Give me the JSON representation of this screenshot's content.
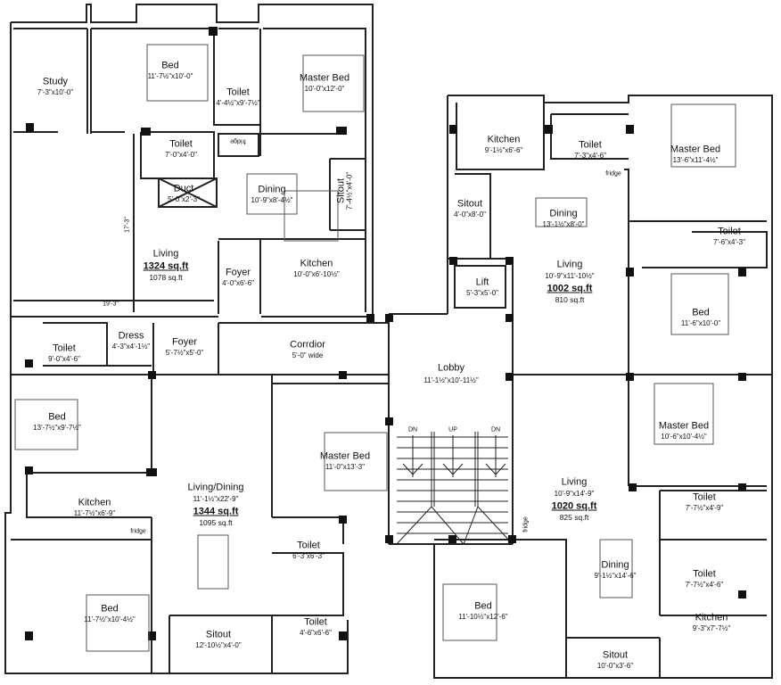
{
  "units": [
    {
      "rooms": [
        {
          "name": "Study",
          "dim": "7'-3\"x10'-0\""
        },
        {
          "name": "Bed",
          "dim": "11'-7½\"x10'-0\""
        },
        {
          "name": "Toilet",
          "dim": "4'-4½\"x9'-7½\""
        },
        {
          "name": "Master Bed",
          "dim": "10'-0\"x12'-0\""
        },
        {
          "name": "Toilet",
          "dim": "7'-0\"x4'-0\""
        },
        {
          "name": "Duct",
          "dim": "5'-0\"x2'-3\""
        },
        {
          "name": "Dining",
          "dim": "10'-9\"x8'-4½\""
        },
        {
          "name": "Sitout",
          "dim": "7'-4½\"x4'-0\""
        },
        {
          "name": "Foyer",
          "dim": "4'-0\"x6'-6\""
        },
        {
          "name": "Kitchen",
          "dim": "10'-0\"x6'-10½\""
        }
      ],
      "living": {
        "name": "Living",
        "dim": "",
        "area": "1324 sq.ft",
        "carpet": "1078 sq.ft"
      },
      "fridge": "fridge",
      "dimension_marks": [
        "17'-3\"",
        "19'-3\""
      ]
    },
    {
      "rooms": [
        {
          "name": "Toilet",
          "dim": "9'-0\"x4'-6\""
        },
        {
          "name": "Dress",
          "dim": "4'-3\"x4'-1½\""
        },
        {
          "name": "Foyer",
          "dim": "5'-7½\"x5'-0\""
        },
        {
          "name": "Bed",
          "dim": "13'-7½\"x9'-7½\""
        },
        {
          "name": "Kitchen",
          "dim": "11'-7½\"x6'-9\""
        },
        {
          "name": "Master Bed",
          "dim": "11'-0\"x13'-3\""
        },
        {
          "name": "Toilet",
          "dim": "6'-3\"x6'-3\""
        },
        {
          "name": "Bed",
          "dim": "11'-7½\"x10'-4½\""
        },
        {
          "name": "Sitout",
          "dim": "12'-10½\"x4'-0\""
        },
        {
          "name": "Toilet",
          "dim": "4'-6\"x6'-6\""
        }
      ],
      "living": {
        "name": "Living/Dining",
        "dim": "11'-1½\"x22'-9\"",
        "area": "1344 sq.ft",
        "carpet": "1095 sq.ft"
      },
      "fridge": "fridge"
    },
    {
      "rooms": [
        {
          "name": "Kitchen",
          "dim": "9'-1½\"x6'-6\""
        },
        {
          "name": "Toilet",
          "dim": "7'-3\"x4'-6\""
        },
        {
          "name": "Master Bed",
          "dim": "13'-6\"x11'-4½\""
        },
        {
          "name": "Sitout",
          "dim": "4'-0\"x8'-0\""
        },
        {
          "name": "Dining",
          "dim": "13'-1½\"x8'-0\""
        },
        {
          "name": "Toilet",
          "dim": "7'-6\"x4'-3\""
        },
        {
          "name": "Bed",
          "dim": "11'-6\"x10'-0\""
        }
      ],
      "living": {
        "name": "Living",
        "dim": "10'-9\"x11'-10½\"",
        "area": "1002 sq.ft",
        "carpet": "810 sq.ft"
      },
      "fridge": "fridge"
    },
    {
      "rooms": [
        {
          "name": "Master Bed",
          "dim": "10'-6\"x10'-4½\""
        },
        {
          "name": "Toilet",
          "dim": "7'-7½\"x4'-9\""
        },
        {
          "name": "Toilet",
          "dim": "7'-7½\"x4'-6\""
        },
        {
          "name": "Dining",
          "dim": "9'-1½\"x14'-6\""
        },
        {
          "name": "Bed",
          "dim": "11'-10½\"x12'-6\""
        },
        {
          "name": "Kitchen",
          "dim": "9'-3\"x7'-7½\""
        },
        {
          "name": "Sitout",
          "dim": "10'-0\"x3'-6\""
        }
      ],
      "living": {
        "name": "Living",
        "dim": "10'-9\"x14'-9\"",
        "area": "1020 sq.ft",
        "carpet": "825 sq.ft"
      },
      "fridge": "fridge"
    }
  ],
  "core": {
    "corridor": {
      "name": "Corrdior",
      "dim": "5'-0\" wide"
    },
    "lobby": {
      "name": "Lobby",
      "dim": "11'-1½\"x10'-11½\""
    },
    "lift": {
      "name": "Lift",
      "dim": "5'-3\"x5'-0\""
    },
    "stairs": [
      "DN",
      "UP",
      "DN"
    ]
  }
}
